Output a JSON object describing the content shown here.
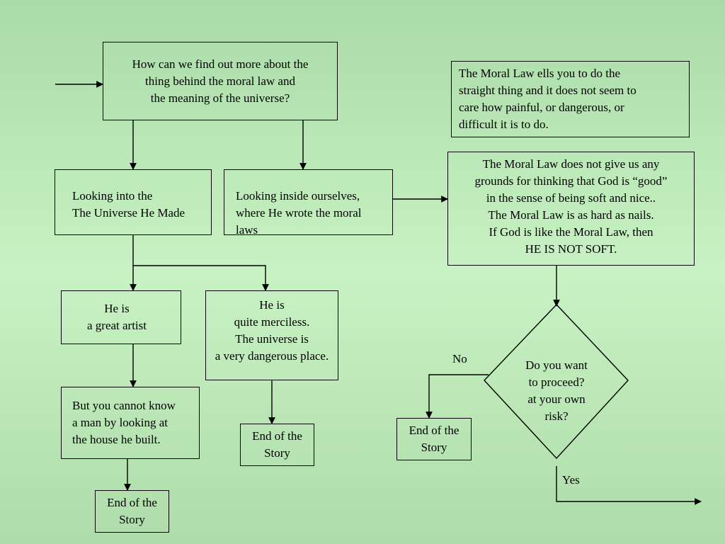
{
  "diagram": {
    "start_question": "How can we find out more about the\nthing  behind the moral law and\nthe meaning  of the universe?",
    "universe_branch": "Looking into the\nThe Universe He Made",
    "ourselves_branch": "Looking inside ourselves,\nwhere He wrote the moral\nlaws",
    "great_artist": "He  is\na great artist",
    "merciless": "He is\nquite merciless.\nThe universe is\na very dangerous place.",
    "cannot_know": "But you cannot know\na man by looking at\nthe house he built.",
    "end_story_1": "End of the\nStory",
    "end_story_2": "End of the\nStory",
    "end_story_3": "End of the\nStory",
    "moral_law_note": "The Moral Law ells you to do the\nstraight thing and it does not seem to\ncare how painful, or dangerous, or\ndifficult it is to do.",
    "not_soft": "The Moral Law does not give us any\ngrounds for thinking that God is “good”\nin the sense of being soft and nice..\nThe Moral Law is as hard as nails.\nIf God is like the Moral Law, then\nHE IS NOT SOFT.",
    "decision": "Do you want\nto proceed?\nat your own\nrisk?",
    "no_label": "No",
    "yes_label": "Yes"
  }
}
